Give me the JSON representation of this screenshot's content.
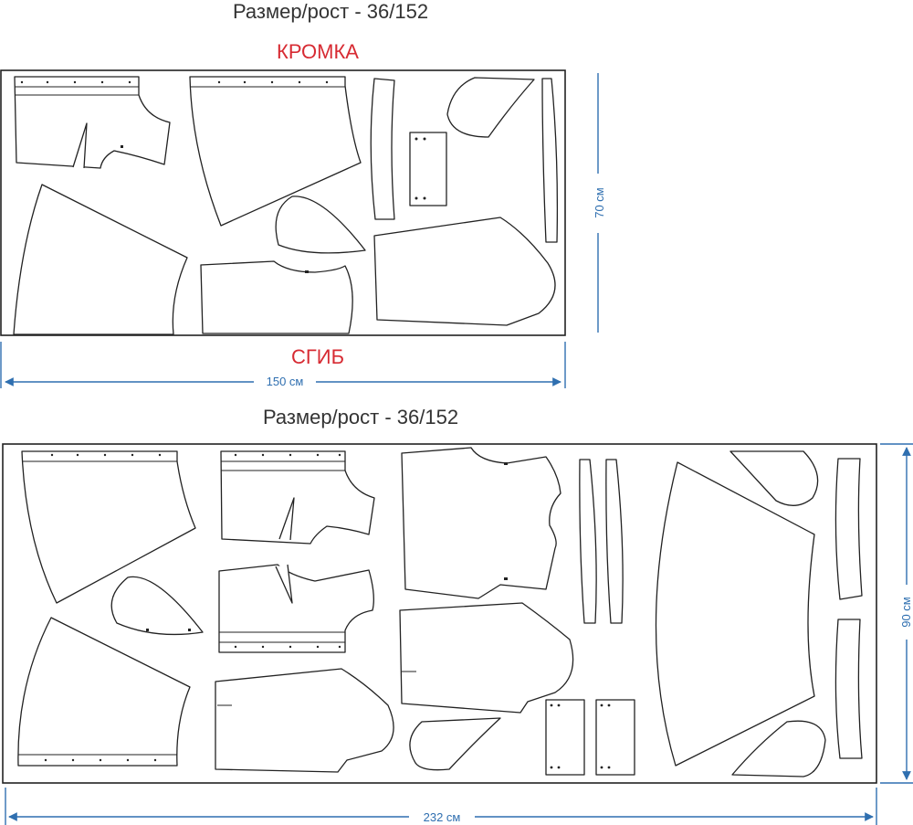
{
  "layouts": [
    {
      "size_label": "Размер/рост - 36/152",
      "edge_label": "КРОМКА",
      "fold_label": "СГИБ",
      "width_label": "150 см",
      "height_label": "70 см"
    },
    {
      "size_label": "Размер/рост - 36/152",
      "width_label": "232 см",
      "height_label": "90 см"
    }
  ],
  "colors": {
    "label_red": "#d72b33",
    "dimension_blue": "#2f6fb0",
    "outline": "#222222"
  }
}
